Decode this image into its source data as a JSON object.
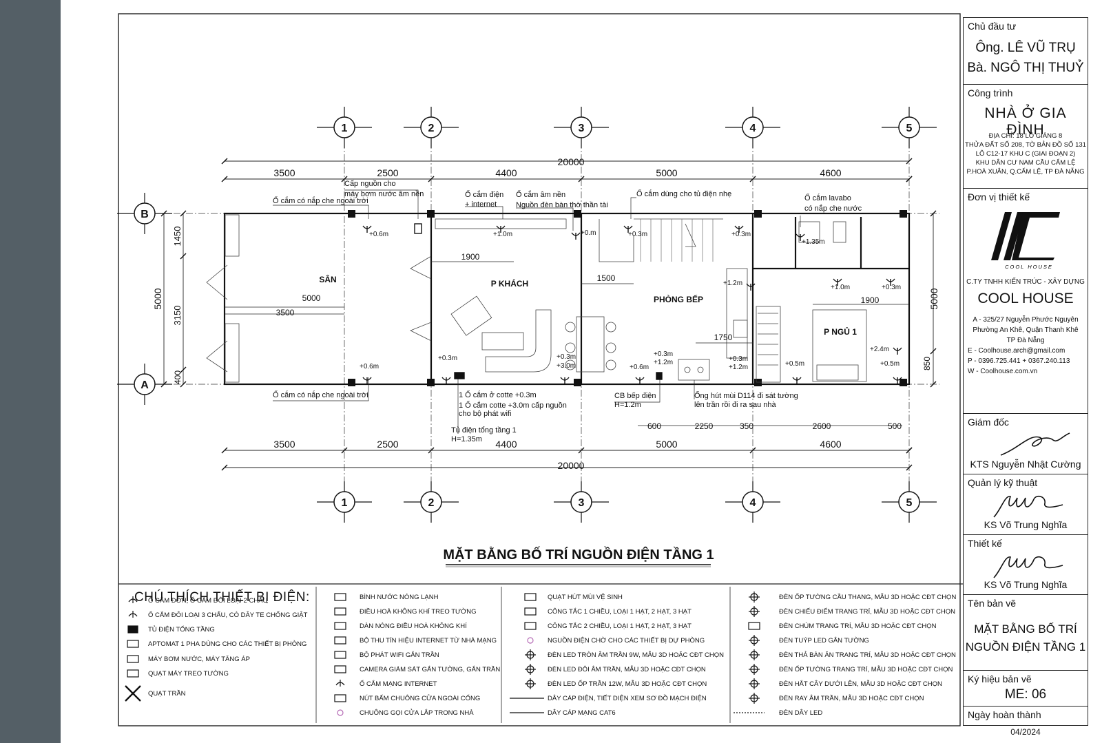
{
  "drawing": {
    "title": "MẶT BẰNG BỐ TRÍ NGUỒN ĐIỆN TẦNG 1",
    "axes_top": [
      "1",
      "2",
      "3",
      "4",
      "5"
    ],
    "axes_side": [
      "B",
      "A"
    ],
    "dims_top_total": "20000",
    "dims_top": [
      "3500",
      "2500",
      "4400",
      "5000",
      "4600"
    ],
    "dims_bottom": [
      "3500",
      "2500",
      "4400",
      "5000",
      "4600"
    ],
    "dims_bottom_total": "20000",
    "dims_left_total": "5000",
    "dims_left": [
      "1450",
      "3150",
      "400"
    ],
    "dims_right_total": "5000",
    "dims_right_small": "850",
    "dims_kitchen_bottom": [
      "600",
      "2250",
      "350",
      "2600",
      "500"
    ],
    "inner_dims": [
      "1900",
      "5000",
      "3500",
      "1500",
      "1750",
      "1900"
    ],
    "rooms": [
      "SÂN",
      "P KHÁCH",
      "PHÒNG BẾP",
      "P NGỦ 1"
    ],
    "notes": {
      "cap_nguon": "Cấp nguồn cho",
      "may_bom": "máy bơm nước âm nền",
      "o_cam_ngoai_troi_top": "Ổ cắm có nắp che ngoài trời",
      "o_cam_dien": "Ổ cắm điện",
      "internet": "+ internet",
      "o_cam_am_nen": "Ổ cắm âm nền",
      "nguon_den_ban_tho": "Nguồn đèn bàn thờ thần tài",
      "o_cam_tu_dien_nhe": "Ổ cắm dùng cho tủ điện nhẹ",
      "o_cam_lavabo": "Ổ cắm lavabo",
      "co_nap_che_nuoc": "có nắp che nước",
      "o_cam_ngoai_troi_bottom": "Ổ cắm có nắp che ngoài trời",
      "o_cam_cotte_1": "1 Ổ cắm ở cotte +0.3m",
      "o_cam_cotte_2": "1 Ổ cắm cotte +3.0m cấp nguồn",
      "o_cam_cotte_3": "cho bộ phát wifi",
      "tu_dien_tong": "Tủ điện tổng tầng 1",
      "tu_dien_h": "H=1.35m",
      "cb_bep": "CB bếp điện",
      "cb_bep_h": "H=1.2m",
      "ong_hut_1": "Ống hút mùi D114 đi sát tường",
      "ong_hut_2": "lên trần rồi đi ra sau nhà"
    },
    "heights": [
      "+0.6m",
      "+1.0m",
      "+0.m",
      "+0.3m",
      "+0.3m",
      "+1.35m",
      "+1.2m",
      "+1.0m",
      "+0.3m",
      "+0.6m",
      "+0.3m",
      "+0.3m",
      "+3.0m",
      "+0.6m",
      "+0.3m",
      "+1.2m",
      "+0.3m",
      "+1.2m",
      "+0.5m",
      "+2.4m",
      "+0.5m"
    ]
  },
  "legend": {
    "title": "CHÚ THÍCH THIẾT BỊ ĐIỆN:",
    "col1": [
      {
        "icon": "socket-icon",
        "text": "Ổ CẮM ĐƠN, Ổ CẮM ĐÔI LOẠI 2 CHẤU"
      },
      {
        "icon": "socket-3pin-icon",
        "text": "Ổ CẮM ĐÔI LOẠI 3 CHẤU, CÓ DÂY TE CHỐNG GIẬT"
      },
      {
        "icon": "floor-panel-icon",
        "text": "TỦ ĐIỆN TỔNG TẦNG"
      },
      {
        "icon": "breaker-icon",
        "text": "APTOMAT 1 PHA DÙNG CHO CÁC THIẾT BỊ PHÒNG"
      },
      {
        "icon": "pump-icon",
        "text": "MÁY BƠM NƯỚC, MÁY TĂNG ÁP"
      },
      {
        "icon": "wall-fan-icon",
        "text": "QUẠT MÁY TREO TƯỜNG"
      },
      {
        "icon": "ceiling-fan-icon",
        "text": "QUẠT TRẦN"
      }
    ],
    "col2": [
      {
        "icon": "water-heater-icon",
        "text": "BÌNH NƯỚC NÓNG LẠNH"
      },
      {
        "icon": "wall-ac-icon",
        "text": "ĐIỀU HOÀ KHÔNG KHÍ TREO TƯỜNG"
      },
      {
        "icon": "ac-outdoor-icon",
        "text": "DÀN NÓNG ĐIỀU HOÀ KHÔNG KHÍ"
      },
      {
        "icon": "internet-receiver-icon",
        "text": "BỘ THU TÍN HIỆU INTERNET TỪ NHÀ MẠNG"
      },
      {
        "icon": "wifi-icon",
        "text": "BỘ PHÁT WIFI GẮN TRẦN"
      },
      {
        "icon": "camera-icon",
        "text": "CAMERA GIÁM SÁT GẮN TƯỜNG, GẮN TRẦN"
      },
      {
        "icon": "network-socket-icon",
        "text": "Ổ CẮM MẠNG INTERNET"
      },
      {
        "icon": "doorbell-button-icon",
        "text": "NÚT BẤM CHUÔNG CỬA NGOÀI CỔNG"
      },
      {
        "icon": "doorbell-icon",
        "text": "CHUÔNG GỌI CỬA LẮP TRONG NHÀ"
      }
    ],
    "col3": [
      {
        "icon": "exhaust-fan-icon",
        "text": "QUẠT HÚT MÙI VỆ SINH"
      },
      {
        "icon": "switch-1way-icon",
        "text": "CÔNG TẮC 1 CHIỀU, LOẠI 1 HẠT, 2 HẠT, 3 HẠT"
      },
      {
        "icon": "switch-2way-icon",
        "text": "CÔNG TẮC 2 CHIỀU, LOẠI 1 HẠT, 2 HẠT, 3 HẠT"
      },
      {
        "icon": "spare-power-icon",
        "text": "NGUỒN ĐIỆN CHỜ CHO CÁC THIẾT BỊ DỰ PHÒNG"
      },
      {
        "icon": "round-led-icon",
        "text": "ĐÈN LED TRÒN ÂM TRẦN 9W, MẪU 3D HOẶC CĐT CHỌN"
      },
      {
        "icon": "double-led-icon",
        "text": "ĐÈN LED ĐÔI ÂM TRẦN, MẪU 3D HOẶC CĐT CHỌN"
      },
      {
        "icon": "ceiling-led-icon",
        "text": "ĐÈN LED ỐP TRẦN 12W, MẪU 3D HOẶC CĐT CHỌN"
      },
      {
        "icon": "power-cable-icon",
        "text": "DÂY CÁP ĐIỆN, TIẾT DIỆN XEM SƠ ĐỒ MẠCH ĐIỆN"
      },
      {
        "icon": "cat6-cable-icon",
        "text": "DÂY CÁP MẠNG CAT6"
      }
    ],
    "col4": [
      {
        "icon": "stair-wall-light-icon",
        "text": "ĐÈN ỐP TƯỜNG CẦU THANG, MẪU 3D HOẶC CĐT CHỌN"
      },
      {
        "icon": "spotlight-icon",
        "text": "ĐÈN CHIẾU ĐIỂM TRANG TRÍ, MẪU 3D HOẶC CĐT CHỌN"
      },
      {
        "icon": "chandelier-icon",
        "text": "ĐÈN CHÙM TRANG TRÍ, MẪU 3D HOẶC CĐT CHỌN"
      },
      {
        "icon": "tube-led-icon",
        "text": "ĐÈN TUÝP LED GẮN TƯỜNG"
      },
      {
        "icon": "pendant-light-icon",
        "text": "ĐÈN THẢ BÀN ĂN TRANG TRÍ, MẪU 3D HOẶC CĐT CHỌN"
      },
      {
        "icon": "decor-wall-light-icon",
        "text": "ĐÈN ỐP TƯỜNG TRANG TRÍ, MẪU 3D HOẶC CĐT CHỌN"
      },
      {
        "icon": "tree-light-icon",
        "text": "ĐÈN HẮT CÂY DƯỚI LÊN, MẪU 3D HOẶC CĐT CHỌN"
      },
      {
        "icon": "track-light-icon",
        "text": "ĐÈN RAY ÂM TRẦN, MẪU 3D HOẶC CĐT CHỌN"
      },
      {
        "icon": "led-strip-icon",
        "text": "ĐÈN DÂY LED"
      }
    ]
  },
  "title_block": {
    "owner_label": "Chủ đầu tư",
    "owner_1": "Ông. LÊ VŨ TRỤ",
    "owner_2": "Bà. NGÔ THỊ THUỶ",
    "project_label": "Công trình",
    "project_name": "NHÀ Ở GIA ĐÌNH",
    "address": [
      "ĐỊA CHỈ: 18 LÔ GIÁNG 8",
      "THỬA ĐẤT SỐ 208, TỜ BẢN ĐỒ SỐ 131",
      "LÔ C12-17 KHU C (GIAI ĐOẠN 2)",
      "KHU DÂN CƯ NAM CẦU CẨM LỆ",
      "P.HOÀ XUÂN, Q.CẨM LỆ, TP ĐÀ NẴNG"
    ],
    "designer_label": "Đơn vị thiết kế",
    "logo_text": "COOL HOUSE",
    "company_line": "C.TY TNHH KIẾN TRÚC - XÂY DỰNG",
    "company_name": "COOL HOUSE",
    "contact": [
      "A - 325/27 Nguyễn Phước Nguyên",
      "Phường An Khê, Quận Thanh Khê",
      "TP Đà Nẵng",
      "E - Coolhouse.arch@gmail.com",
      "P - 0396.725.441 + 0367.240.113",
      "W - Coolhouse.com.vn"
    ],
    "director_label": "Giám đốc",
    "director_name": "KTS Nguyễn Nhật Cường",
    "tech_label": "Quản lý kỹ thuật",
    "tech_name": "KS Võ Trung Nghĩa",
    "design_label": "Thiết kế",
    "design_name": "KS Võ Trung Nghĩa",
    "drawing_name_label": "Tên bản vẽ",
    "drawing_name_1": "MẶT BẰNG BỐ TRÍ",
    "drawing_name_2": "NGUỒN ĐIỆN TẦNG 1",
    "code_label": "Ký hiệu bản vẽ",
    "code": "ME: 06",
    "date_label": "Ngày hoàn thành",
    "date": "04/2024"
  }
}
